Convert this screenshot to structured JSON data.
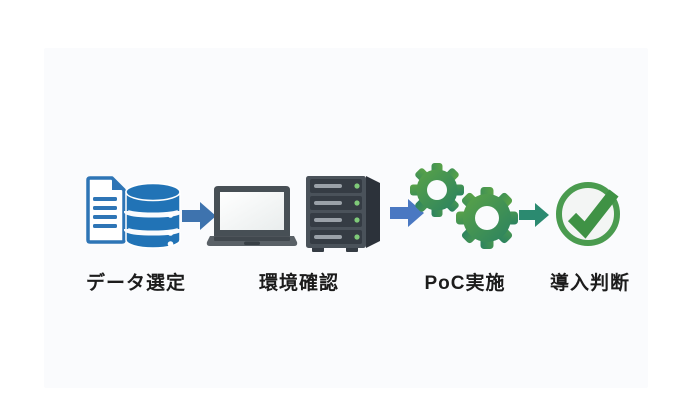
{
  "diagram": {
    "type": "process-flow",
    "steps": [
      {
        "label": "データ選定",
        "icons": [
          "document-icon",
          "database-icon"
        ]
      },
      {
        "label": "環境確認",
        "icons": [
          "laptop-icon",
          "server-icon"
        ]
      },
      {
        "label": "PoC実施",
        "icons": [
          "gear-icon",
          "gear-icon"
        ]
      },
      {
        "label": "導入判断",
        "icons": [
          "check-circle-icon"
        ]
      }
    ],
    "arrows": [
      {
        "name": "arrow-1",
        "color": "#3e73ae"
      },
      {
        "name": "arrow-2",
        "color": "#4a78c2"
      },
      {
        "name": "arrow-3",
        "color": "#2b8a70"
      }
    ],
    "colors": {
      "background": "#ffffff",
      "panel": "#fafbfd",
      "doc_blue": "#2e75b6",
      "doc_fill": "#ffffff",
      "db_blue": "#2173b6",
      "gap_white": "#fafbfd",
      "dot_white": "#ffffff",
      "laptop_frame": "#474f55",
      "laptop_base": "#5a6167",
      "laptop_keys": "#41484e",
      "laptop_notch": "#383f45",
      "screen_light": "#ffffff",
      "screen_shade": "#e9eded",
      "server_front": "#4a525a",
      "server_side": "#2c323a",
      "server_bay": "#353c44",
      "server_slot": "#9aa1a8",
      "led_green": "#7fca79",
      "gear_light": "#5aa347",
      "gear_dark": "#2b8260",
      "check_ring": "#4a9b4f",
      "check_mark": "#3f9245",
      "check_fill": "#f3f5f4",
      "label_text": "#1c1c1c"
    }
  }
}
